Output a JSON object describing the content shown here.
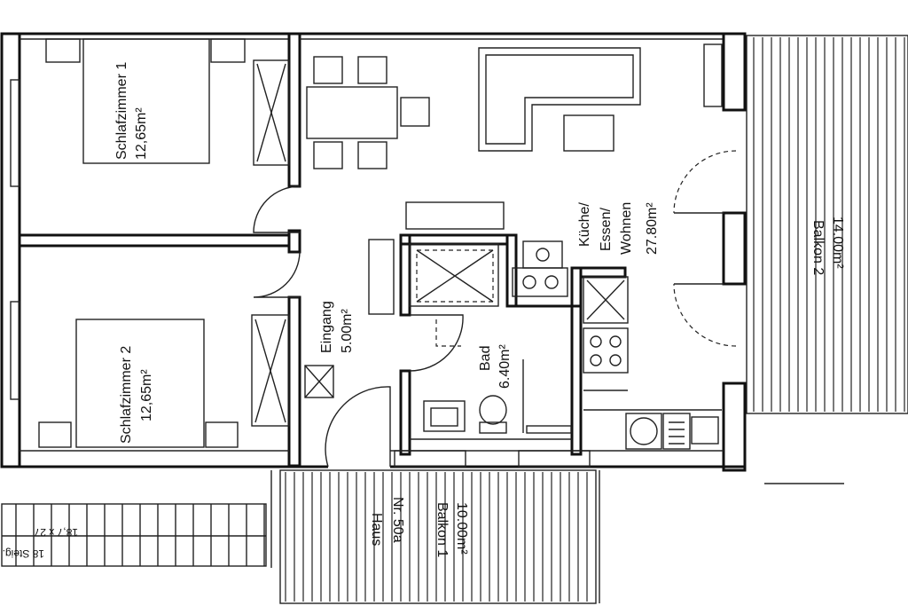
{
  "rooms": {
    "bedroom1": {
      "name": "Schlafzimmer 1",
      "area": "12,65m²"
    },
    "bedroom2": {
      "name": "Schlafzimmer 2",
      "area": "12,65m²"
    },
    "living": {
      "line1": "Küche/",
      "line2": "Essen/",
      "line3": "Wohnen",
      "area": "27.80m²"
    },
    "entrance": {
      "name": "Eingang",
      "area": "5.00m²"
    },
    "bath": {
      "name": "Bad",
      "area": "6.40m²"
    },
    "balcony2": {
      "name": "Balkon 2",
      "area": "14.00m²"
    },
    "balcony1": {
      "house": "Haus",
      "number": "Nr. 50a",
      "name": "Balkon 1",
      "area": "10.00m²"
    }
  },
  "stairs": {
    "steps": "18 Steig.",
    "dims": "18,7 x 27"
  },
  "colors": {
    "line": "#111111",
    "background": "#ffffff"
  }
}
